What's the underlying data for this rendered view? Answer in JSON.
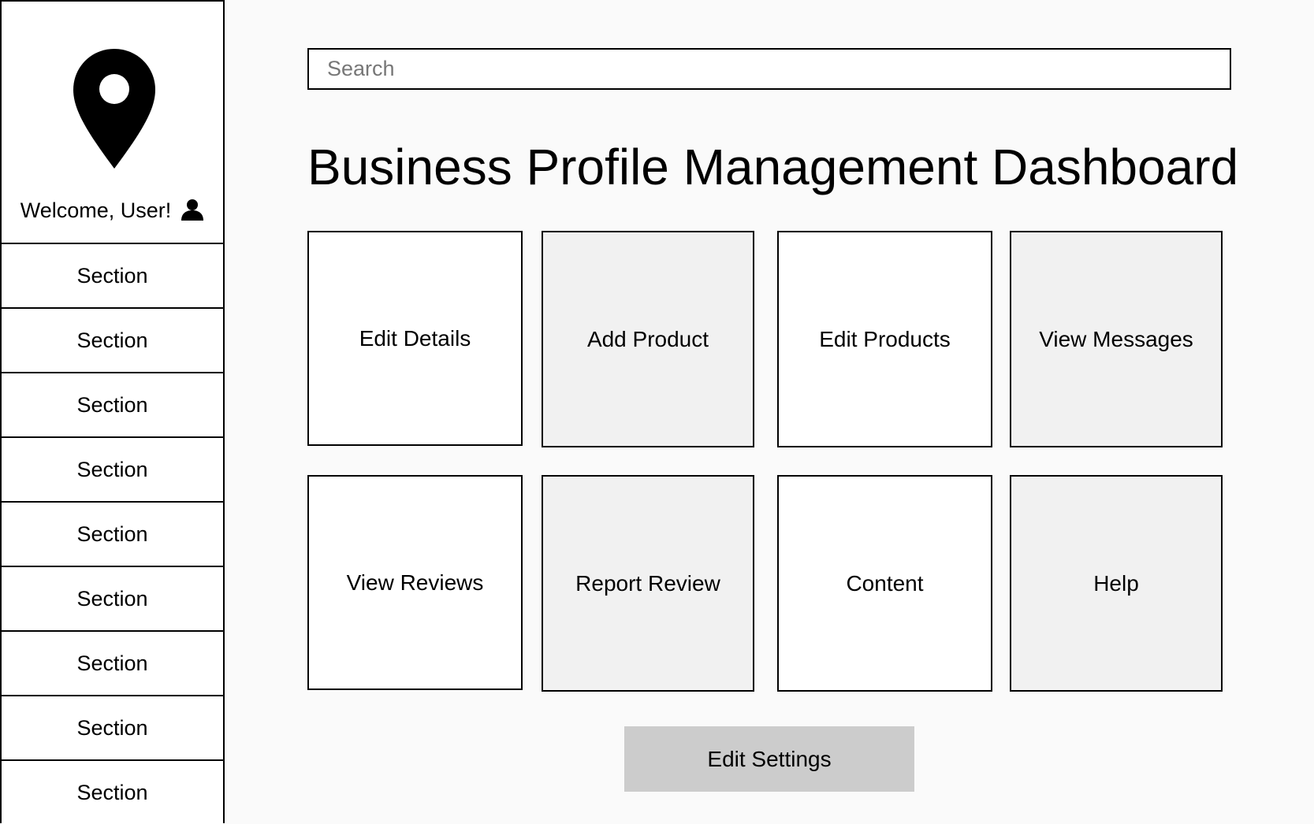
{
  "sidebar": {
    "welcome_text": "Welcome, User!",
    "logo_icon": "map-pin-icon",
    "user_icon": "user-icon",
    "items": [
      {
        "label": "Section"
      },
      {
        "label": "Section"
      },
      {
        "label": "Section"
      },
      {
        "label": "Section"
      },
      {
        "label": "Section"
      },
      {
        "label": "Section"
      },
      {
        "label": "Section"
      },
      {
        "label": "Section"
      },
      {
        "label": "Section"
      }
    ]
  },
  "search": {
    "placeholder": "Search",
    "value": ""
  },
  "main": {
    "title": "Business Profile Management Dashboard",
    "tiles": [
      {
        "label": "Edit Details",
        "bg": "#ffffff"
      },
      {
        "label": "Add Product",
        "bg": "#f1f1f1"
      },
      {
        "label": "Edit Products",
        "bg": "#ffffff"
      },
      {
        "label": "View Messages",
        "bg": "#f1f1f1"
      },
      {
        "label": "View Reviews",
        "bg": "#ffffff"
      },
      {
        "label": "Report Review",
        "bg": "#f1f1f1"
      },
      {
        "label": "Content",
        "bg": "#ffffff"
      },
      {
        "label": "Help",
        "bg": "#f1f1f1"
      }
    ],
    "settings_label": "Edit Settings",
    "settings_bg": "#cccccc"
  }
}
